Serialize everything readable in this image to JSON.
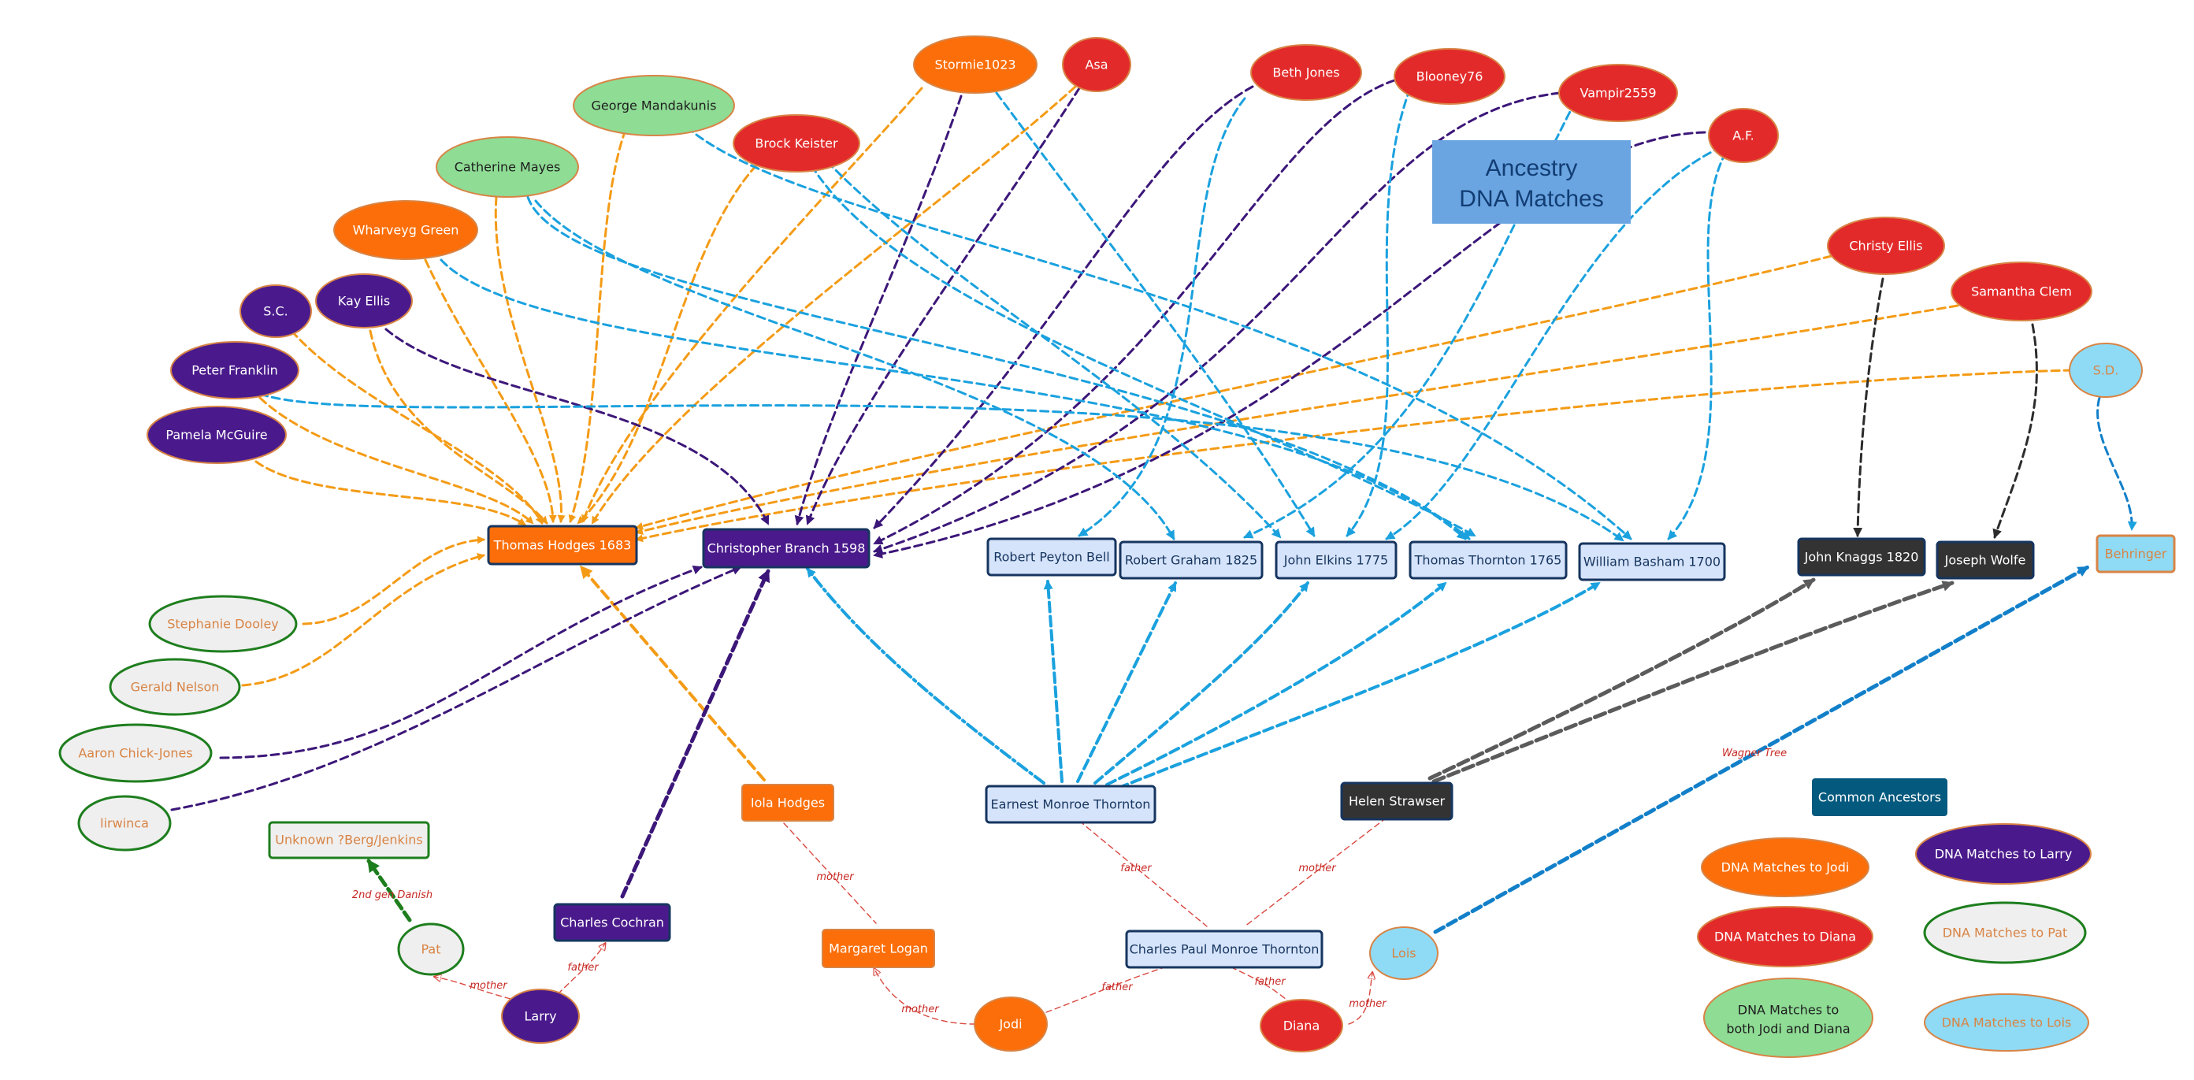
{
  "title": {
    "line1": "Ancestry",
    "line2": "DNA Matches"
  },
  "colors": {
    "jodi_fill": "#fb6e09",
    "larry_fill": "#4a1a8c",
    "diana_fill": "#e32a2a",
    "both_fill": "#8fdc95",
    "pat_fill": "#efefef",
    "lois_fill": "#8fdbf5",
    "ancestor_fill": "#d6e4fb",
    "ancestor_stroke": "#16355f",
    "dark_fill": "#333333",
    "common_fill": "#045a7e",
    "title_fill": "#6aa5e2",
    "title_text": "#123d73",
    "orange_line": "#f49b16",
    "purple_line": "#3c1779",
    "blue_line": "#1aa1de",
    "black_line": "#2c2c2c",
    "grey_line": "#5b5b5b",
    "lois_line": "#127fc9",
    "relation_line": "#d9473f",
    "relation_text": "#c72a25",
    "green_line": "#1e7e1e"
  },
  "nodes": {
    "stormie": "Stormie1023",
    "asa": "Asa",
    "beth": "Beth Jones",
    "blooney": "Blooney76",
    "vampir": "Vampir2559",
    "af": "A.F.",
    "george": "George Mandakunis",
    "brock": "Brock Keister",
    "catherine": "Catherine Mayes",
    "wharveyg": "Wharveyg Green",
    "sc": "S.C.",
    "kay": "Kay Ellis",
    "peter": "Peter Franklin",
    "pamela": "Pamela McGuire",
    "christy": "Christy Ellis",
    "samantha": "Samantha Clem",
    "sd": "S.D.",
    "thomas_hodges": "Thomas Hodges 1683",
    "christopher": "Christopher Branch 1598",
    "robert_bell": "Robert Peyton Bell",
    "robert_graham": "Robert Graham 1825",
    "john_elkins": "John Elkins 1775",
    "thomas_thornton": "Thomas Thornton 1765",
    "william": "William Basham 1700",
    "john_knaggs": "John Knaggs 1820",
    "joseph": "Joseph Wolfe",
    "behringer": "Behringer",
    "stephanie": "Stephanie Dooley",
    "gerald": "Gerald Nelson",
    "aaron": "Aaron Chick-Jones",
    "lirwinca": "lirwinca",
    "unknown": "Unknown ?Berg/Jenkins",
    "iola": "Iola Hodges",
    "earnest": "Earnest Monroe Thornton",
    "helen": "Helen Strawser",
    "common": "Common Ancestors",
    "charles_cochran": "Charles Cochran",
    "pat": "Pat",
    "margaret": "Margaret Logan",
    "charles_paul": "Charles Paul Monroe Thornton",
    "lois": "Lois",
    "larry": "Larry",
    "jodi": "Jodi",
    "diana": "Diana"
  },
  "legend": {
    "jodi": "DNA Matches to Jodi",
    "larry": "DNA Matches to Larry",
    "diana": "DNA Matches to Diana",
    "pat": "DNA Matches to Pat",
    "both_line1": "DNA Matches to",
    "both_line2": "both Jodi and Diana",
    "lois": "DNA Matches to Lois"
  },
  "edge_labels": {
    "mother": "mother",
    "father": "father",
    "second_gen_danish": "2nd gen Danish",
    "wagner_tree": "Wagner Tree"
  }
}
